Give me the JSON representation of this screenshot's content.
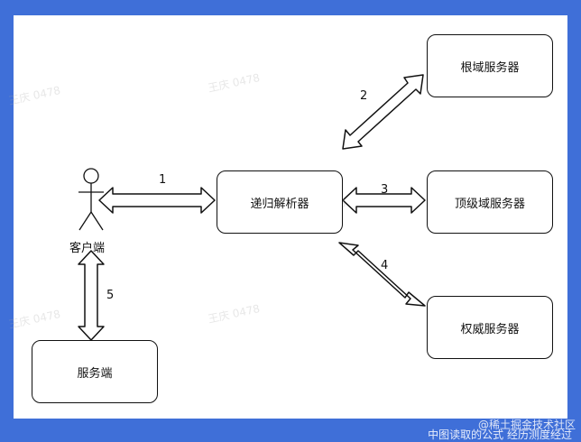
{
  "nodes": {
    "client": "客户端",
    "resolver": "递归解析器",
    "root": "根域服务器",
    "tld": "顶级域服务器",
    "authority": "权威服务器",
    "server": "服务端"
  },
  "edges": {
    "e1": "1",
    "e2": "2",
    "e3": "3",
    "e4": "4",
    "e5": "5"
  },
  "watermark": "王庆 0478",
  "credit": "@稀土掘金技术社区",
  "credit_partial": "中图读取的公式 经历测度经过"
}
